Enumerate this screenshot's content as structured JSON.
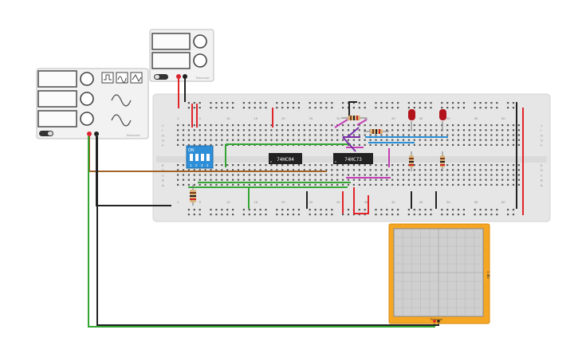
{
  "breadboard": {
    "column_labels": [
      "1",
      "5",
      "10",
      "15",
      "20",
      "25",
      "30",
      "35",
      "40",
      "45",
      "50",
      "55",
      "60"
    ],
    "row_labels_top": [
      "J",
      "I",
      "H",
      "G",
      "F"
    ],
    "row_labels_bottom": [
      "E",
      "D",
      "C",
      "B",
      "A"
    ]
  },
  "chips": [
    {
      "label": "74HC04"
    },
    {
      "label": "74HC73"
    }
  ],
  "dip_switch": {
    "header": "ON",
    "positions": [
      "1",
      "2",
      "3",
      "4"
    ]
  },
  "oscilloscope": {
    "side_label": "1 div",
    "brand": "Tinkercad"
  },
  "power_supply_small": {
    "brand": "Tinkercad"
  },
  "function_generator": {
    "brand": "Tinkercad"
  },
  "colors": {
    "wire_red": "#e0262b",
    "wire_black": "#222222",
    "wire_green": "#33a532",
    "wire_brown": "#a0642b",
    "wire_magenta": "#c43fb6",
    "wire_blue": "#2a8fd6",
    "wire_purple": "#7a2ea8",
    "scope_frame": "#f5a623",
    "led_red": "#b3141c",
    "board": "#e6e6e6"
  }
}
